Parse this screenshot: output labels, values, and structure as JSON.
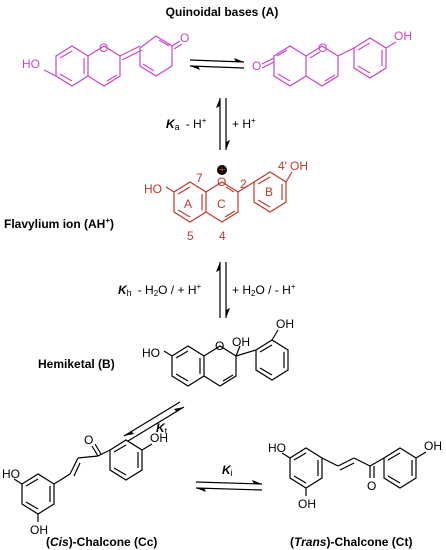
{
  "labels": {
    "quinoidal": "Quinoidal bases (A)",
    "flavylium_main": "Flavylium ion (AH",
    "flavylium_sup": "+",
    "flavylium_close": ")",
    "hemiketal": "Hemiketal (B)",
    "cis_open": "(",
    "cis_italic": "Cis",
    "cis_rest": ")-Chalcone (Cc)",
    "trans_open": "(",
    "trans_italic": "Trans",
    "trans_rest": ")-Chalcone (Ct)"
  },
  "equilibria": {
    "ka_symbol": "K",
    "ka_sub": "a",
    "ka_fwd": "- H",
    "ka_fwd_sup": "+",
    "ka_rev": "+ H",
    "ka_rev_sup": "+",
    "kh_symbol": "K",
    "kh_sub": "h",
    "kh_fwd": "- H",
    "kh_fwd_mid": "2",
    "kh_fwd_tail": "O / + H",
    "kh_fwd_sup": "+",
    "kh_rev": "+ H",
    "kh_rev_mid": "2",
    "kh_rev_tail": "O / - H",
    "kh_rev_sup": "+",
    "kt_symbol": "K",
    "kt_sub": "t",
    "ki_symbol": "K",
    "ki_sub": "i"
  },
  "atoms": {
    "ho": "HO",
    "oh": "OH",
    "o": "O",
    "charge": "+"
  },
  "ring_labels": {
    "a": "A",
    "b": "B",
    "c": "C",
    "n7": "7",
    "n5": "5",
    "n4": "4",
    "n2": "2",
    "n4p": "4'"
  },
  "colors": {
    "quinoidal": "#cc44cc",
    "flavylium": "#c0392b",
    "neutral": "#000000"
  }
}
